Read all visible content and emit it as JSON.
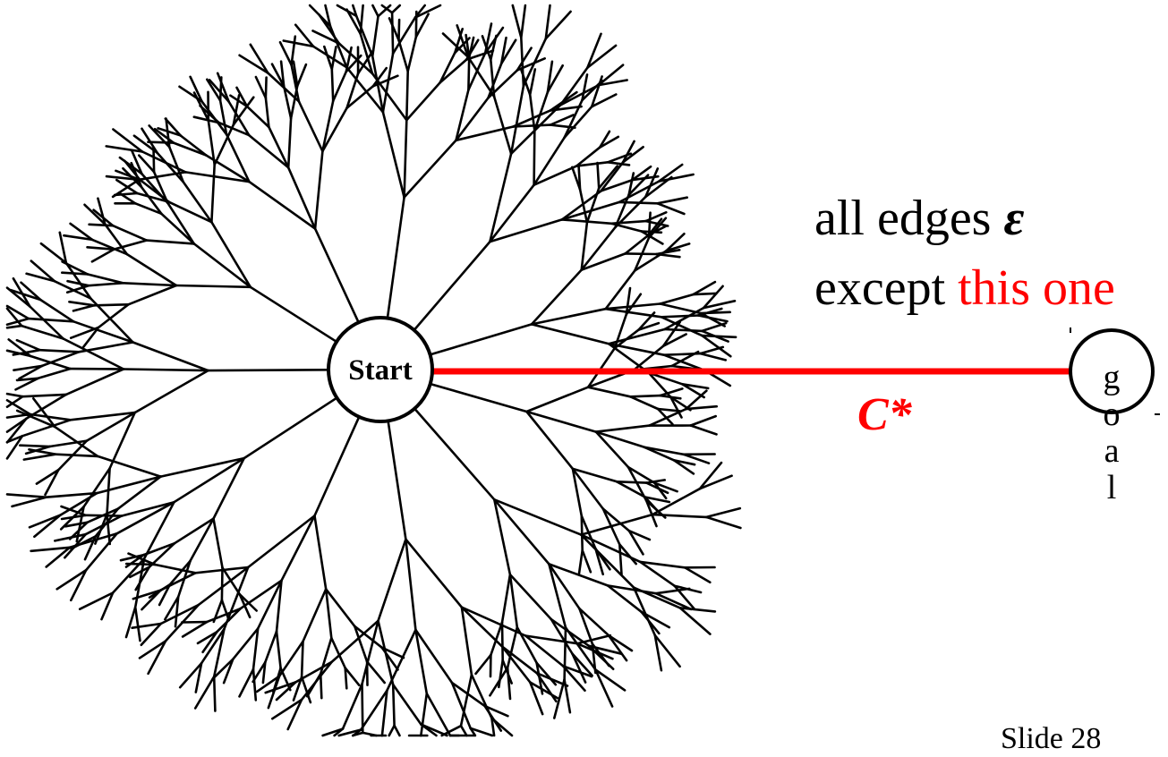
{
  "start_label": "Start",
  "text": {
    "line1": "all edges ",
    "epsilon": "ε",
    "line2_prefix": "except ",
    "line2_highlight": "this one",
    "cost_label": "C*",
    "goal_label": "goal",
    "slide_number": "Slide 28"
  },
  "colors": {
    "highlight": "#ff0000",
    "tree": "#000000"
  }
}
